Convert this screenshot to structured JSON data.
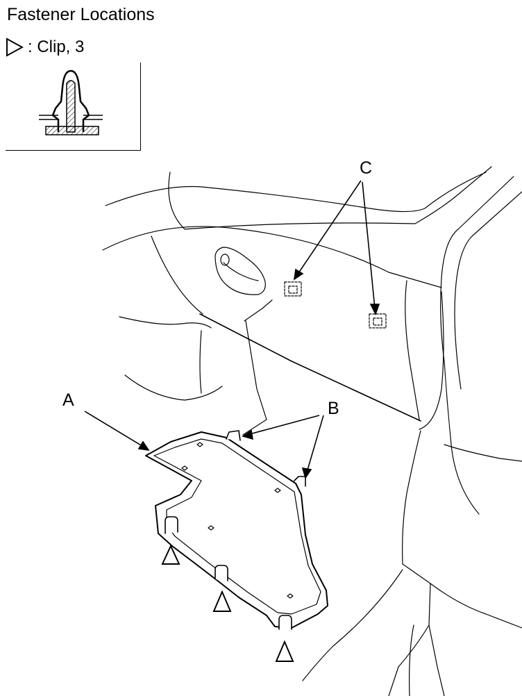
{
  "header": {
    "title": "Fastener Locations",
    "legend_text": ": Clip, 3",
    "legend_symbol": "triangle-clip-icon"
  },
  "callouts": {
    "a": "A",
    "b": "B",
    "c": "C"
  },
  "colors": {
    "line": "#000000",
    "background": "#ffffff"
  }
}
